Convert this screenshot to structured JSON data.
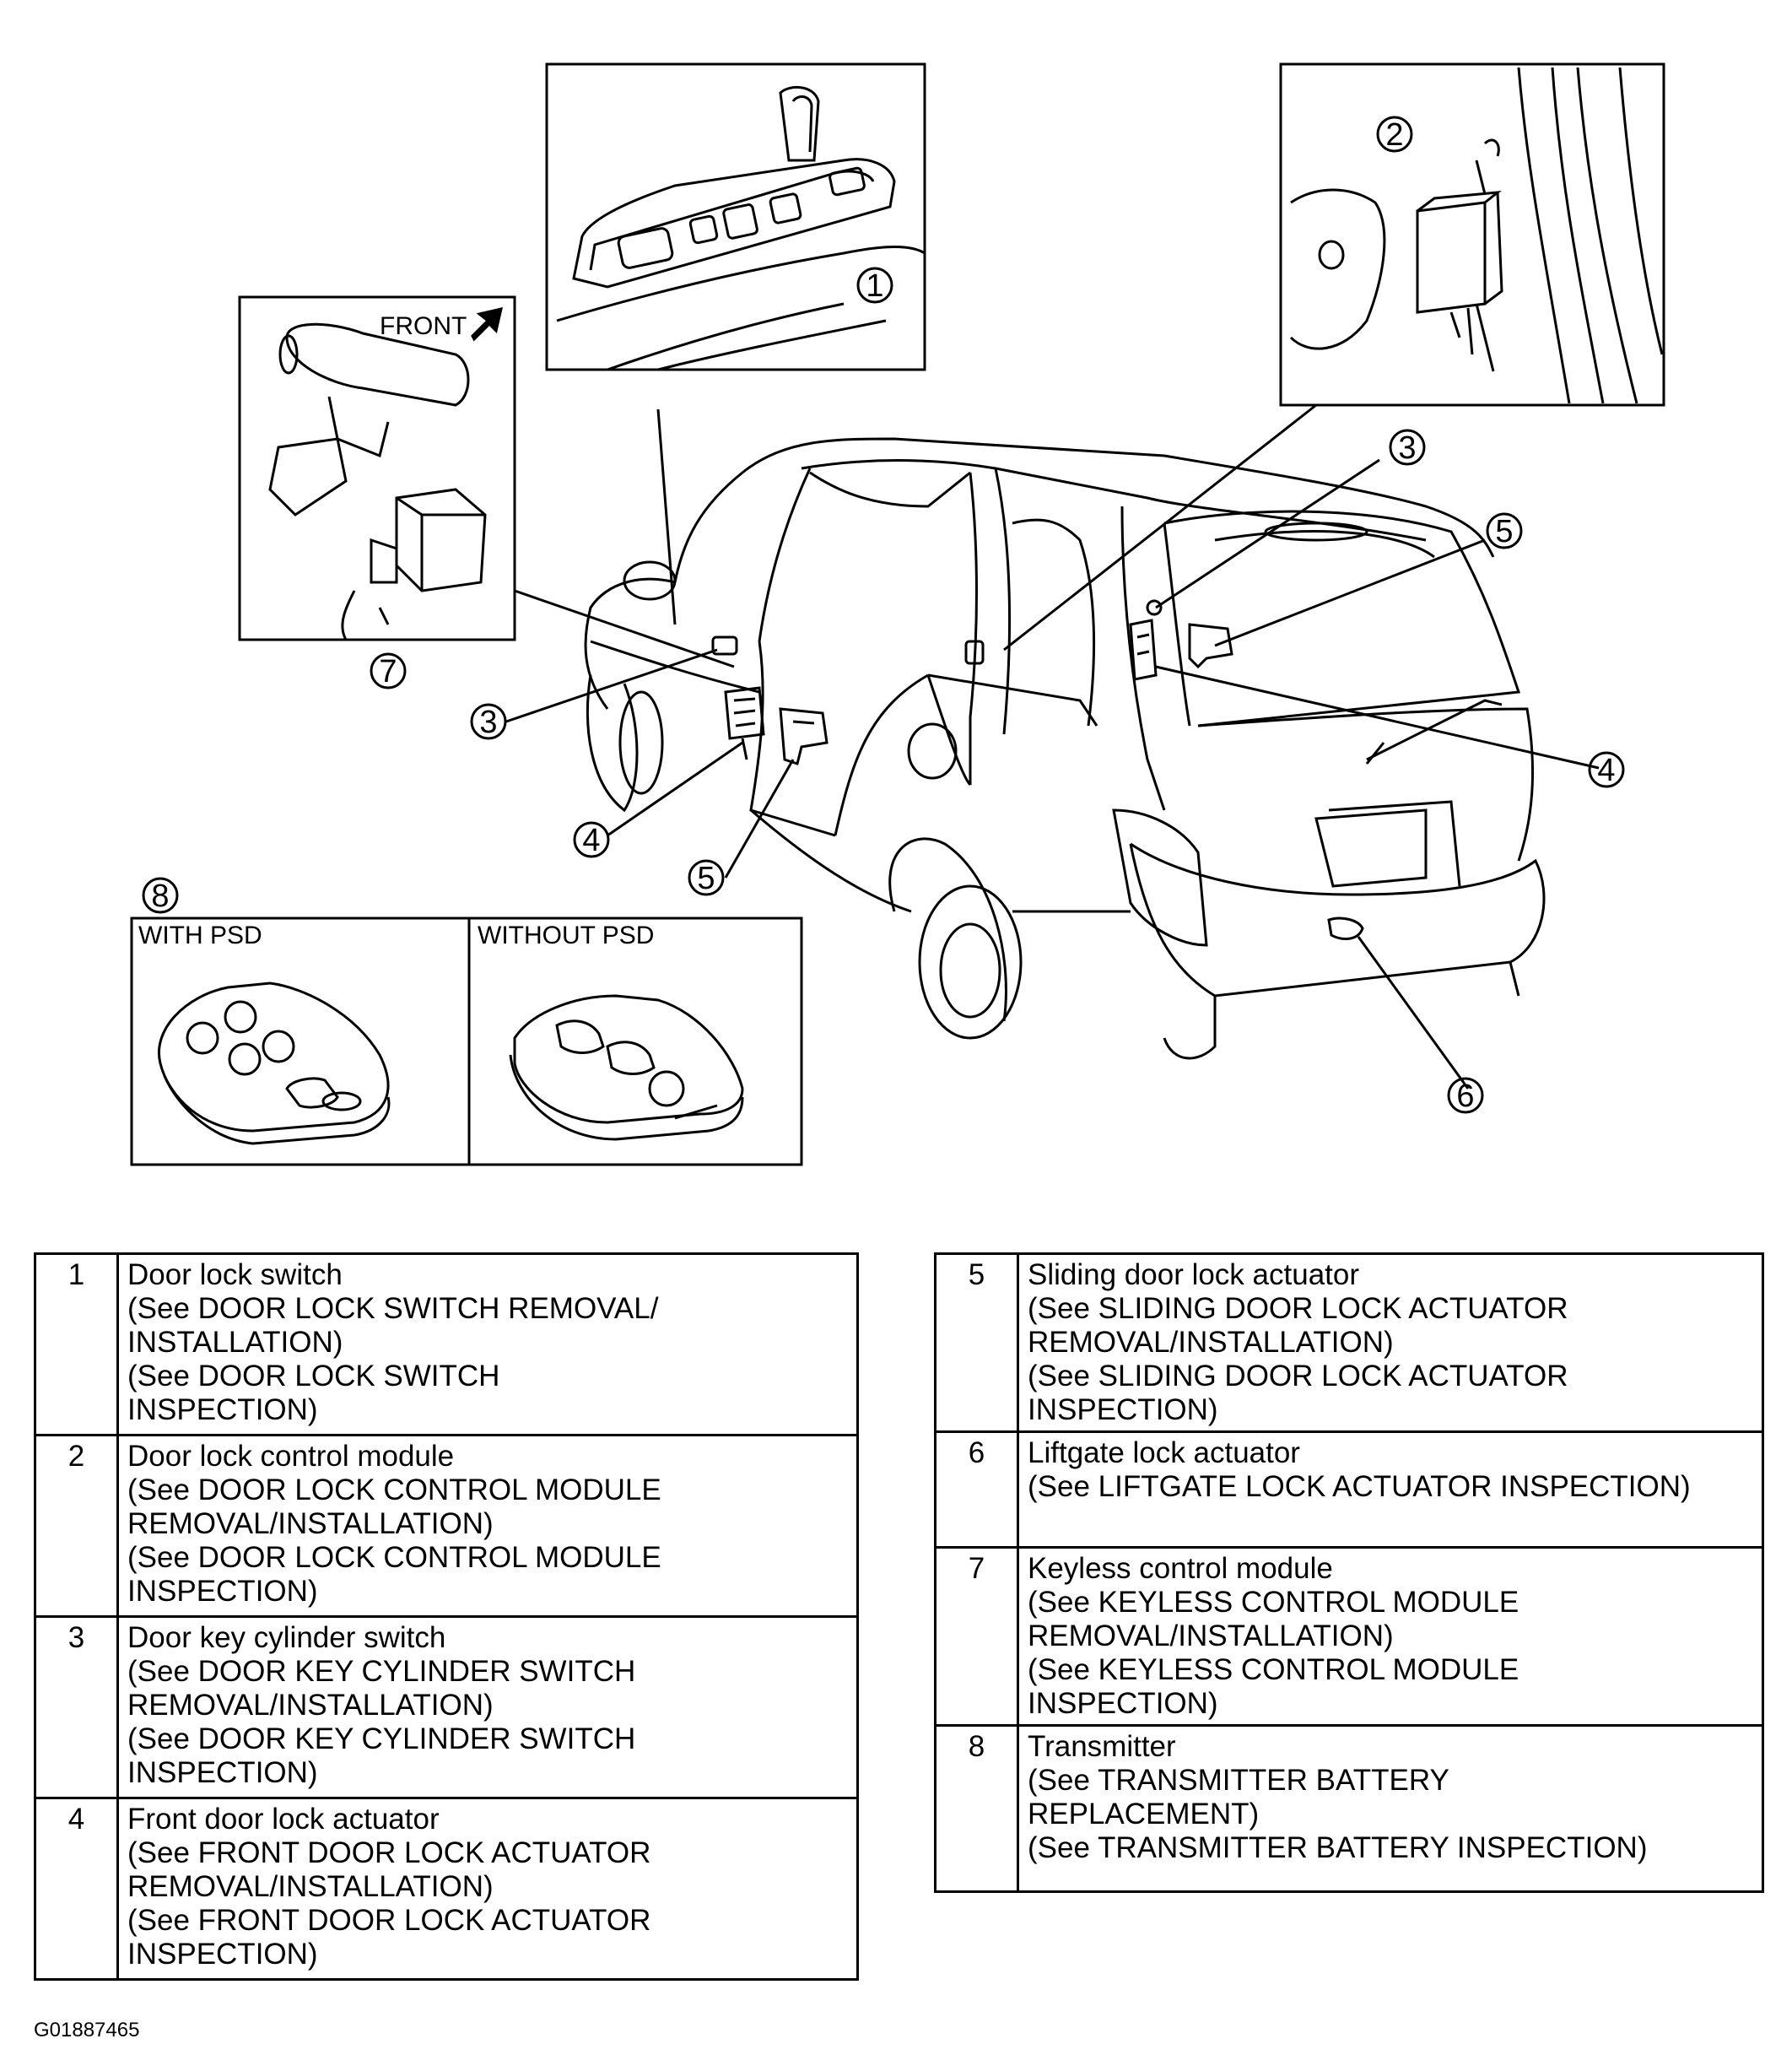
{
  "diagram": {
    "front_label": "FRONT",
    "with_psd_label": "WITH PSD",
    "without_psd_label": "WITHOUT PSD",
    "callouts": [
      "1",
      "2",
      "3",
      "4",
      "5",
      "6",
      "7",
      "8"
    ]
  },
  "legend_left": [
    {
      "num": "1",
      "lines": [
        "Door lock switch",
        "(See DOOR LOCK SWITCH REMOVAL/",
        "INSTALLATION)",
        "(See DOOR LOCK SWITCH",
        "INSPECTION)"
      ]
    },
    {
      "num": "2",
      "lines": [
        "Door lock control module",
        "(See DOOR LOCK CONTROL MODULE",
        "REMOVAL/INSTALLATION)",
        "(See DOOR LOCK CONTROL MODULE",
        "INSPECTION)"
      ]
    },
    {
      "num": "3",
      "lines": [
        "Door key cylinder switch",
        "(See DOOR KEY CYLINDER SWITCH",
        "REMOVAL/INSTALLATION)",
        "(See DOOR KEY CYLINDER SWITCH",
        "INSPECTION)"
      ]
    },
    {
      "num": "4",
      "lines": [
        "Front door lock actuator",
        "(See FRONT DOOR LOCK ACTUATOR",
        "REMOVAL/INSTALLATION)",
        "(See FRONT DOOR LOCK ACTUATOR",
        "INSPECTION)"
      ]
    }
  ],
  "legend_right": [
    {
      "num": "5",
      "lines": [
        "Sliding door lock actuator",
        "(See SLIDING DOOR LOCK ACTUATOR",
        "REMOVAL/INSTALLATION)",
        "(See SLIDING DOOR LOCK ACTUATOR",
        "INSPECTION)"
      ]
    },
    {
      "num": "6",
      "lines": [
        "Liftgate lock actuator",
        "(See LIFTGATE LOCK ACTUATOR  INSPECTION)"
      ]
    },
    {
      "num": "7",
      "lines": [
        "Keyless control module",
        "(See KEYLESS CONTROL MODULE",
        "REMOVAL/INSTALLATION)",
        "(See KEYLESS CONTROL MODULE",
        "INSPECTION)"
      ]
    },
    {
      "num": "8",
      "lines": [
        "Transmitter",
        "(See TRANSMITTER BATTERY",
        "REPLACEMENT)",
        "(See TRANSMITTER BATTERY  INSPECTION)"
      ]
    }
  ],
  "figure_code": "G01887465"
}
